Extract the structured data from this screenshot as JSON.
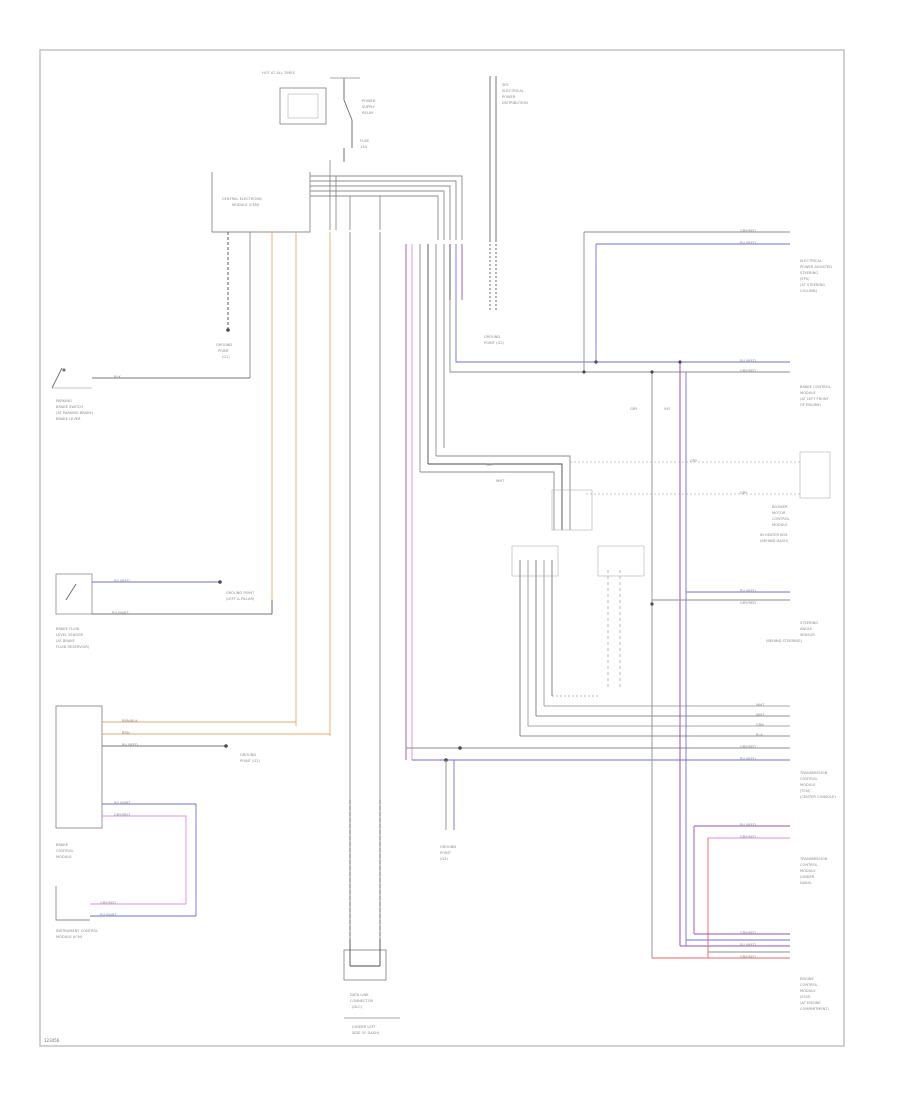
{
  "diagram": {
    "id_label": "123456"
  },
  "components": {
    "cem": [
      "CENTRAL ELECTRONIC",
      "MODULE (CEM)"
    ],
    "top_switch": [
      "HOT AT ALL TIMES"
    ],
    "top_fuse": [
      "FUSE",
      "15A"
    ],
    "top_relay": [
      "POWER",
      "SUPPLY",
      "RELAY"
    ],
    "top_right_notes": [
      "SEE",
      "ELECTRICAL",
      "POWER",
      "DISTRIBUTION"
    ],
    "parking_brake_switch": [
      "PARKING",
      "BRAKE SWITCH",
      "(AT PARKING BRAKE)",
      "BRAKE LEVER"
    ],
    "ground_1": [
      "GROUND",
      "POINT",
      "(G1)"
    ],
    "brake_fluid_switch": [
      "BRAKE FLUID",
      "LEVEL SENSOR",
      "(AT BRAKE",
      "FLUID RESERVOIR)"
    ],
    "ground_splice": [
      "GROUND POINT",
      "(LEFT A-PILLAR)"
    ],
    "brake_control_module": [
      "BRAKE",
      "CONTROL",
      "MODULE"
    ],
    "ground_2": [
      "GROUND",
      "POINT (G2)"
    ],
    "instrument_cluster": [
      "INSTRUMENT CONTROL",
      "MODULE (ICM)"
    ],
    "center_ground": [
      "GROUND",
      "POINT",
      "(G3)"
    ],
    "bottom_connector": [
      "DATA LINK",
      "CONNECTOR",
      "(DLC)"
    ],
    "bottom_caption": [
      "(UNDER LEFT",
      "SIDE OF DASH)"
    ],
    "right_1": [
      "ELECTRICAL",
      "POWER ASSISTED",
      "STEERING",
      "(EPS)",
      "(AT STEERING",
      "COLUMN)"
    ],
    "right_2": [
      "BRAKE CONTROL",
      "MODULE",
      "(AT LEFT FRONT",
      "OF ENGINE)"
    ],
    "right_3": [
      "BLOWER",
      "MOTOR",
      "CONTROL",
      "MODULE"
    ],
    "right_3b": [
      "IN HEATER BOX",
      "(BEHIND DASH)"
    ],
    "right_4": [
      "STEERING",
      "ANGLE",
      "SENSOR",
      "(BEHIND STEERING)"
    ],
    "right_5": [
      "TRANSMISSION",
      "CONTROL",
      "MODULE",
      "(TCM)",
      "(CENTER CONSOLE)"
    ],
    "right_6": [
      "TRANSMISSION",
      "CONTROL",
      "MODULE",
      "(UNDER",
      "DASH)"
    ],
    "right_7": [
      "ENGINE",
      "CONTROL",
      "MODULE",
      "(ECM)",
      "(AT ENGINE",
      "COMPARTMENT)"
    ]
  },
  "wire_labels": {
    "brn_blk": "BRN/BLK",
    "blu_red": "BLU/RED",
    "gry_red": "GRY/RED",
    "blu_wht": "BLU/WHT",
    "brn": "BRN",
    "grn": "GRN",
    "gry": "GRY",
    "wht": "WHT",
    "red": "RED",
    "blk": "BLK",
    "vio": "VIO"
  },
  "colors": {
    "frame": "#b5b5b5",
    "wire_gray": "#8c8c8c",
    "wire_black": "#4a4a4a",
    "wire_blue": "#6e6ee6",
    "wire_violet": "#9a4fb4",
    "wire_pink": "#e68ae0",
    "wire_orange": "#f0a46a",
    "wire_red": "#f06060"
  }
}
